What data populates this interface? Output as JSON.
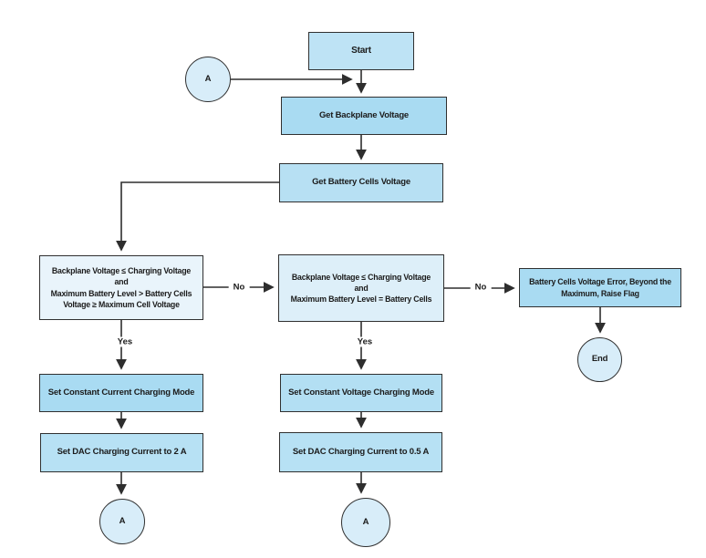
{
  "colors": {
    "canvas_bg": "#ffffff",
    "node_border": "#303030",
    "connector": "#2e2e2e",
    "text": "#1b1b1b",
    "fill_start": "#bee3f5",
    "fill_process_dark": "#a9dbf2",
    "fill_process": "#b7e0f3",
    "fill_process_alt": "#b3dff3",
    "fill_dac": "#b7e1f4",
    "fill_decision_left": "#e9f4fb",
    "fill_decision_mid": "#ddeff9",
    "fill_circle": "#d8edf9"
  },
  "nodes": {
    "start": {
      "label": "Start"
    },
    "connector_a_top": {
      "label": "A"
    },
    "get_backplane_voltage": {
      "label": "Get Backplane Voltage"
    },
    "get_battery_cells_voltage": {
      "label": "Get Battery Cells Voltage"
    },
    "decision_constant_current": {
      "label": "Backplane Voltage ≤ Charging Voltage\nand\nMaximum Battery Level > Battery Cells\nVoltage ≥ Maximum Cell Voltage"
    },
    "decision_constant_voltage": {
      "label": "Backplane Voltage ≤ Charging Voltage\nand\nMaximum Battery Level = Battery Cells"
    },
    "voltage_error": {
      "label": "Battery Cells Voltage Error, Beyond the\nMaximum, Raise Flag"
    },
    "set_constant_current_mode": {
      "label": "Set Constant Current Charging Mode"
    },
    "set_dac_current_2a": {
      "label": "Set DAC Charging Current to 2 A"
    },
    "connector_a_bottom_left": {
      "label": "A"
    },
    "set_constant_voltage_mode": {
      "label": "Set Constant Voltage Charging Mode"
    },
    "set_dac_current_05a": {
      "label": "Set DAC Charging Current to 0.5 A"
    },
    "connector_a_bottom_middle": {
      "label": "A"
    },
    "end": {
      "label": "End"
    }
  },
  "edge_labels": {
    "no_to_constant_voltage": "No",
    "no_to_error": "No",
    "yes_constant_current": "Yes",
    "yes_constant_voltage": "Yes"
  }
}
